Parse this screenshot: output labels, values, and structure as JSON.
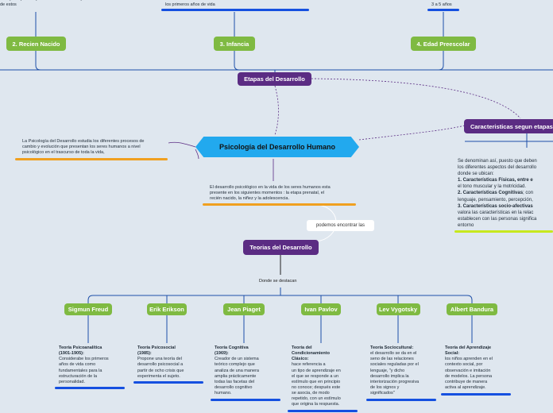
{
  "top": {
    "left_snippet": "a etapa supone el proceso de desarrollo que\nde estos",
    "mid_snippet": "...\nlos primeros años de vida",
    "right_snippet": "3 a 5 años"
  },
  "stages": {
    "recien_nacido": "2. Recien Nacido",
    "infancia": "3. Infancia",
    "preescolar": "4. Edad Preescolar"
  },
  "etapas": "Etapas del Desarrollo",
  "caracteristicas": {
    "title": "Caracteristicas segun etapas",
    "intro": "Se denominan así, puesto que deben\nlos diferentes aspectos del desarrollo\ndonde se ubican:",
    "item1_title": "1. Características Físicas, entre e",
    "item1_text": "el tono muscular y la motricidad.",
    "item2_title": "2. Características Cognitivas",
    "item2_text": "; con\nlenguaje, pensamiento, percepción,",
    "item3_title": "3. Características socio-afectivas",
    "item3_text": "valora las características en la relac\nestablecen con las personas significa\nentorno"
  },
  "central": "Psicología del Desarrollo Humano",
  "left_desc": "La Psicología del Desarrollo estudia los diferentes procesos de\ncambio y evolución que presentan los seres humanos a nivel\npsicológico en el trascurso de toda la vida,",
  "center_desc": "El desarrollo psicológico en la vida de los seres humanos esta\npresente en los siguientes momentos : la etapa prenatal, el\nrecién nacido, la niñez y la adolescencia.",
  "connector_label": "podemos encontrar las",
  "teorias": "Teorias del Desarrollo",
  "donde": "Donde se destacan",
  "theorists": [
    {
      "name": "Sigmun Freud",
      "title": "Teoría Psicoanalítica\n(1901-1905):",
      "text": "Considerabe los primeros\naños de vida como\nfundamentales para la\nestructuración de la\npersonalidad."
    },
    {
      "name": "Erik Erikson",
      "title": "Teoría Psicosocial\n(1985):",
      "text": "Propone una teoría del\ndesarrollo psicosocial a\npartir de ocho crisis que\nexperimenta el sujeto."
    },
    {
      "name": "Jean Piaget",
      "title": "Teoría Cognitiva\n(1969):",
      "text": "Creador de un sistema\nteórico complejo que\nanaliza de una manera\namplia prácticamente\ntodas las facetas del\ndesarrollo cognitivo\nhumano."
    },
    {
      "name": "Ivan Pavlov",
      "title": "Teoría del\nCondicionamiento\nClásico:",
      "text": "hace referencia a\nun tipo de aprendizaje en\nel que se responde a un\nestímulo que en principio\nno conoce; después este\nse asocia, de modo\nrepetido, con un estímulo\nque origina la respuesta."
    },
    {
      "name": "Lev Vygotsky",
      "title": "Teoría Sociocultural:",
      "text": "el desarrollo se da en el\nseno de las relaciones\nsociales reguladas por el\nlenguaje, \"y dicho\ndesarrollo implica la\ninteriorización progresiva\nde los signos y\nsignificados\""
    },
    {
      "name": "Albert Bandura",
      "title": "Teoría del Aprendizaje\nSocial:",
      "text": "los niños aprenden en el\ncontexto social, por\nobservación e imitación\nde modelos. La persona\ncontribuye de manera\nactiva al aprendizaje."
    }
  ],
  "colors": {
    "background": "#dfe7ef",
    "green": "#7fba42",
    "purple": "#5b2c83",
    "central": "#22a9ee",
    "underline_blue": "#1550e0",
    "underline_orange": "#f0a020",
    "underline_lime": "#c7e81e"
  }
}
